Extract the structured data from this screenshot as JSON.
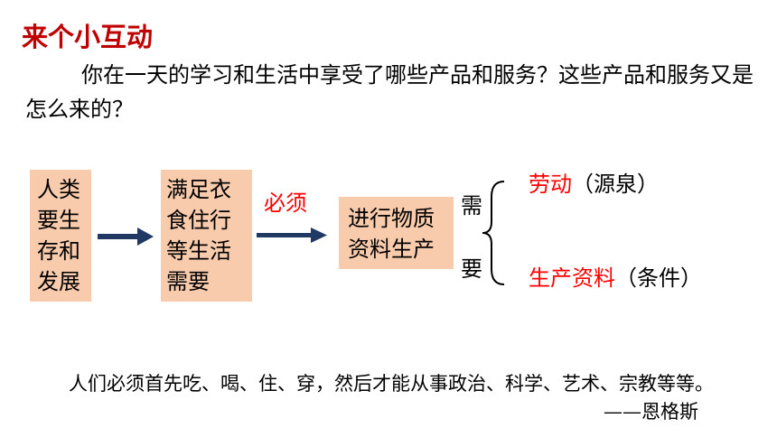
{
  "title": "来个小互动",
  "intro": "你在一天的学习和生活中享受了哪些产品和服务？这些产品和服务又是怎么来的？",
  "flow": {
    "box1": [
      "人类",
      "要生",
      "存和",
      "发展"
    ],
    "box2": [
      "满足衣",
      "食住行",
      "等生活",
      "需要"
    ],
    "arrow_label": "必须",
    "box3": [
      "进行物质",
      "资料生产"
    ],
    "need_top": "需",
    "need_bottom": "要",
    "branch_top": {
      "term": "劳动",
      "note": "（源泉）"
    },
    "branch_bottom": {
      "term": "生产资料",
      "note": "（条件）"
    }
  },
  "quote": {
    "text": "人们必须首先吃、喝、住、穿，然后才能从事政治、科学、艺术、宗教等等。",
    "author": "——恩格斯"
  },
  "colors": {
    "title": "#c00000",
    "accent": "#ff0000",
    "box_fill": "#f8cbad",
    "arrow": "#1f3864"
  }
}
